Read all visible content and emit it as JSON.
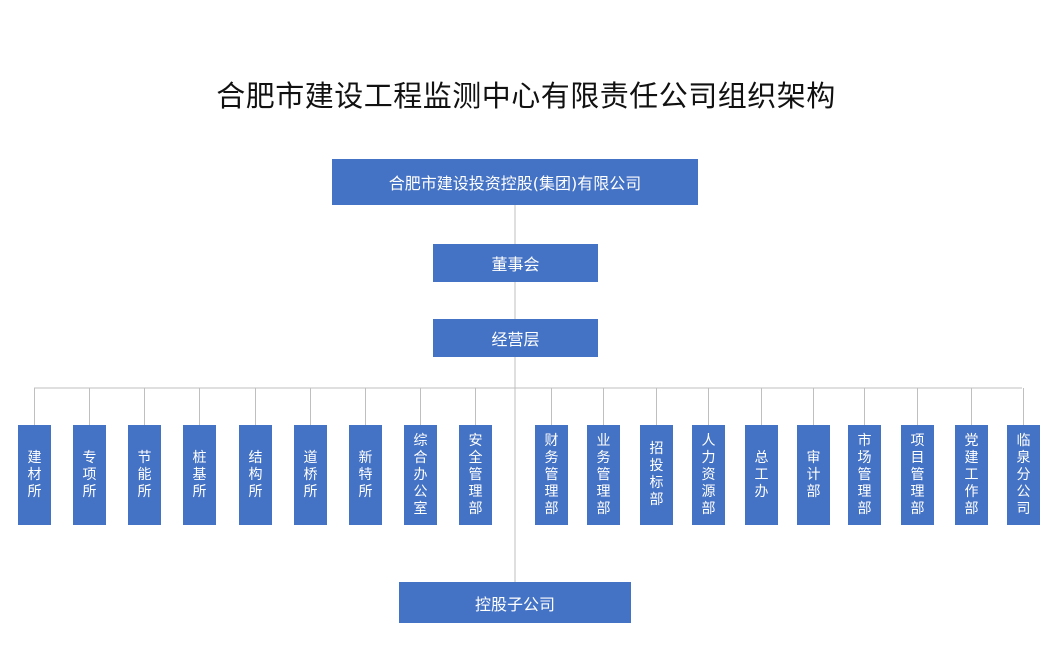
{
  "title": "合肥市建设工程监测中心有限责任公司组织架构",
  "colors": {
    "box_fill": "#4472c4",
    "box_text": "#ffffff",
    "connector": "#bfbfbf",
    "title_text": "#111111"
  },
  "nodes": {
    "parent_group": "合肥市建设投资控股(集团)有限公司",
    "board": "董事会",
    "management": "经营层",
    "subsidiary": "控股子公司"
  },
  "departments": [
    "建材所",
    "专项所",
    "节能所",
    "桩基所",
    "结构所",
    "道桥所",
    "新特所",
    "综合办公室",
    "安全管理部",
    "财务管理部",
    "业务管理部",
    "招投标部",
    "人力资源部",
    "总工办",
    "审计部",
    "市场管理部",
    "项目管理部",
    "党建工作部",
    "临泉分公司"
  ]
}
